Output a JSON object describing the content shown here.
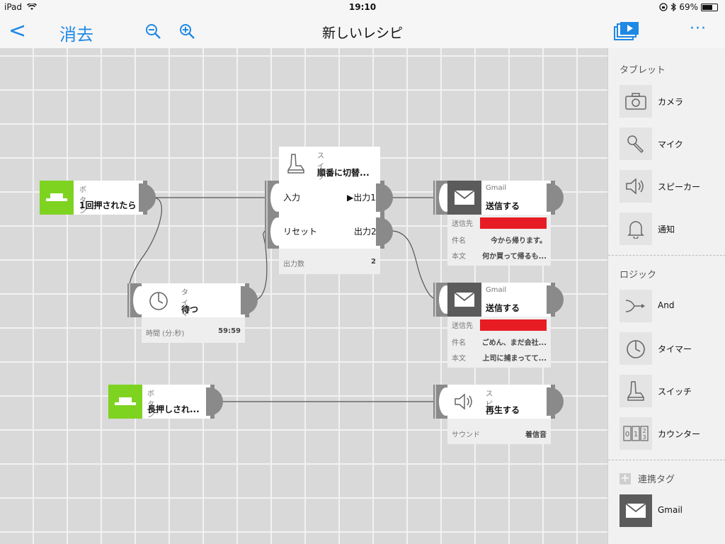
{
  "status_bar": {
    "device": "iPad",
    "time": "19:10",
    "battery": "69%"
  },
  "nav": {
    "back_label": "<",
    "clear_label": "消去",
    "title": "新しいレシピ",
    "more_label": "···"
  },
  "nodes": {
    "button1": {
      "type": "ボタン",
      "action": "1回押されたら"
    },
    "switch": {
      "type": "スイッチ",
      "action": "順番に切替...",
      "in1": "入力",
      "in2": "リセット",
      "out1": "▶出力1",
      "out2": "出力2",
      "param_key": "出力数",
      "param_val": "2"
    },
    "timer": {
      "type": "タイマー",
      "action": "待つ",
      "param_key": "時間 (分:秒)",
      "param_val": "59:59"
    },
    "gmail1": {
      "type": "Gmail",
      "action": "送信する",
      "to_key": "送信先",
      "subject_key": "件名",
      "subject_val": "今から帰ります。",
      "body_key": "本文",
      "body_val": "何か買って帰るも..."
    },
    "gmail2": {
      "type": "Gmail",
      "action": "送信する",
      "to_key": "送信先",
      "subject_key": "件名",
      "subject_val": "ごめん、まだ会社...",
      "body_key": "本文",
      "body_val": "上司に捕まってて..."
    },
    "button2": {
      "type": "ボタン",
      "action": "長押しされ..."
    },
    "speaker": {
      "type": "スピーカー",
      "action": "再生する",
      "param_key": "サウンド",
      "param_val": "着信音"
    }
  },
  "sidebar": {
    "tablet_header": "タブレット",
    "tablet_items": [
      {
        "label": "カメラ",
        "icon": "camera-icon"
      },
      {
        "label": "マイク",
        "icon": "mic-icon"
      },
      {
        "label": "スピーカー",
        "icon": "speaker-icon"
      },
      {
        "label": "通知",
        "icon": "bell-icon"
      }
    ],
    "logic_header": "ロジック",
    "logic_items": [
      {
        "label": "And",
        "icon": "and-icon"
      },
      {
        "label": "タイマー",
        "icon": "timer-icon"
      },
      {
        "label": "スイッチ",
        "icon": "switch-icon"
      },
      {
        "label": "カウンター",
        "icon": "counter-icon"
      }
    ],
    "tags_header": "連携タグ",
    "tag_items": [
      {
        "label": "Gmail",
        "icon": "mail-icon"
      }
    ]
  },
  "colors": {
    "accent": "#1e88e5",
    "button_green": "#7ed321",
    "redacted": "#e81c24"
  }
}
